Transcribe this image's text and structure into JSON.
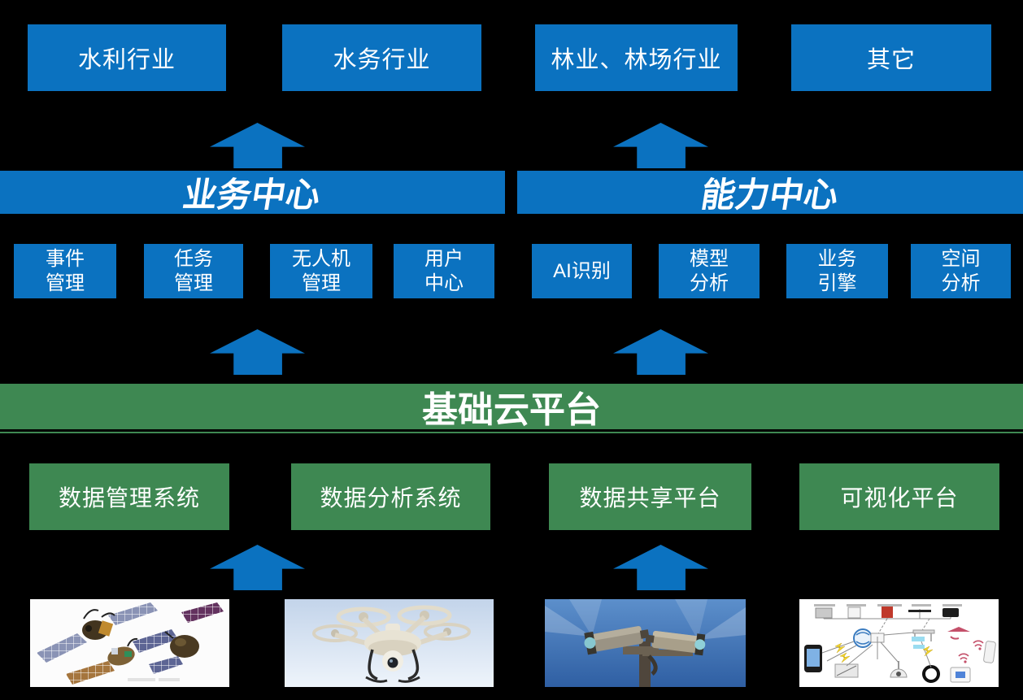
{
  "colors": {
    "blue": "#0B72C0",
    "green": "#3E8852",
    "background": "#000000",
    "text": "#FFFFFF"
  },
  "top_row": [
    {
      "label": "水利行业"
    },
    {
      "label": "水务行业"
    },
    {
      "label": "林业、林场行业"
    },
    {
      "label": "其它"
    }
  ],
  "centers": [
    {
      "label": "业务中心"
    },
    {
      "label": "能力中心"
    }
  ],
  "business_modules": [
    {
      "label": "事件\n管理"
    },
    {
      "label": "任务\n管理"
    },
    {
      "label": "无人机\n管理"
    },
    {
      "label": "用户\n中心"
    }
  ],
  "capability_modules": [
    {
      "label": "AI识别"
    },
    {
      "label": "模型\n分析"
    },
    {
      "label": "业务\n引擎"
    },
    {
      "label": "空间\n分析"
    }
  ],
  "platform": {
    "banner_label": "基础云平台"
  },
  "platform_systems": [
    {
      "label": "数据管理系统"
    },
    {
      "label": "数据分析系统"
    },
    {
      "label": "数据共享平台"
    },
    {
      "label": "可视化平台"
    }
  ],
  "images": [
    {
      "name": "satellites-photo"
    },
    {
      "name": "drone-photo"
    },
    {
      "name": "surveillance-cameras-photo"
    },
    {
      "name": "iot-network-diagram-photo"
    }
  ]
}
